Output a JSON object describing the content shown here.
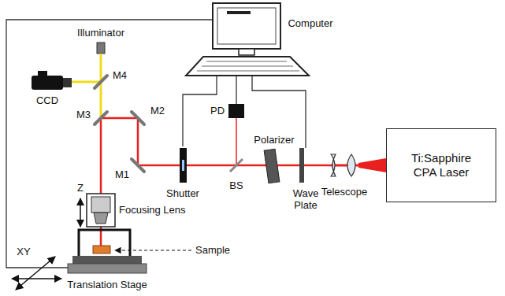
{
  "diagram": {
    "nodes": [
      {
        "text": [
          "Ti:Sapphire CPA Laser"
        ]
      }
    ],
    "labels": [
      "Computer",
      "Illuminator",
      "M4",
      "CCD",
      "M3",
      "M2",
      "PD",
      "Polarizer",
      "M1",
      "Shutter",
      "BS",
      "Wave Plate",
      "Telescope",
      "Z",
      "Focusing Lens",
      "Sample",
      "XY",
      "Translation Stage"
    ]
  }
}
